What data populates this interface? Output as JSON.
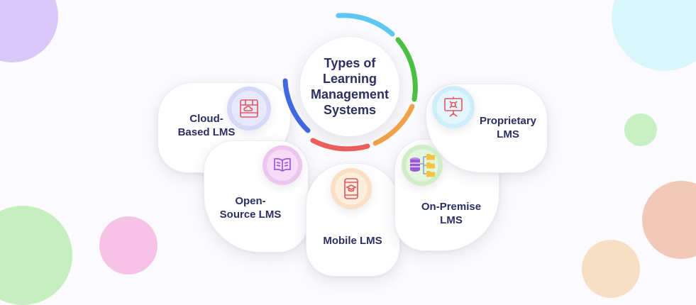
{
  "diagram": {
    "center_title": "Types of\nLearning\nManagement\nSystems",
    "items": [
      {
        "label": "Cloud-\nBased LMS",
        "icon": "cloud-server-icon"
      },
      {
        "label": "Open-\nSource LMS",
        "icon": "book-icon"
      },
      {
        "label": "Mobile LMS",
        "icon": "mobile-graduation-cap-icon"
      },
      {
        "label": "On-Premise\nLMS",
        "icon": "database-folders-icon"
      },
      {
        "label": "Proprietary\nLMS",
        "icon": "presentation-board-icon"
      }
    ]
  },
  "colors": {
    "title_text": "#2b2f63",
    "arc_sky": "#5ec6f0",
    "arc_green": "#4cbf45",
    "arc_orange": "#f2a24b",
    "arc_red": "#ee5f5f",
    "arc_blue": "#4169e1",
    "icon_red": "#e2555f",
    "icon_purple": "#9b57d6"
  }
}
